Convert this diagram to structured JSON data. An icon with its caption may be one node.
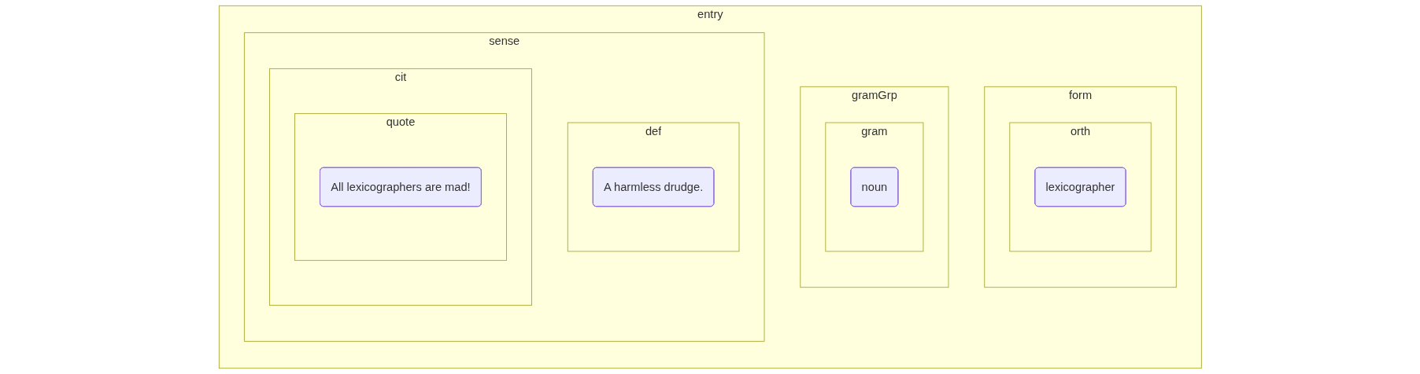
{
  "diagram": {
    "nodes": [
      {
        "text": [
          "entry"
        ]
      },
      {
        "text": [
          "form"
        ],
        "in": 0
      },
      {
        "text": [
          "orth"
        ],
        "in": 1
      },
      {
        "text": [
          "lexicographer"
        ],
        "in": 2
      },
      {
        "text": [
          "gramGrp"
        ],
        "in": 0
      },
      {
        "text": [
          "gram"
        ],
        "in": 4
      },
      {
        "text": [
          "noun"
        ],
        "in": 5
      },
      {
        "text": [
          "sense"
        ],
        "in": 0
      },
      {
        "text": [
          "def"
        ],
        "in": 7
      },
      {
        "text": [
          "A harmless drudge."
        ],
        "in": 8
      },
      {
        "text": [
          "cit"
        ],
        "in": 7
      },
      {
        "text": [
          "quote"
        ],
        "in": 10
      },
      {
        "text": [
          "All lexicographers are mad!"
        ],
        "in": 11
      }
    ]
  }
}
